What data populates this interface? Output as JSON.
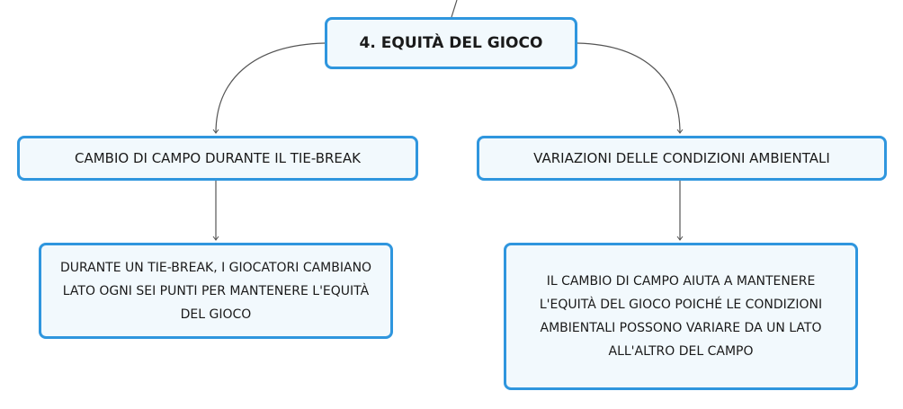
{
  "mindmap": {
    "root": {
      "label": "4. EQUITÀ DEL GIOCO"
    },
    "branches": [
      {
        "topic": "CAMBIO DI CAMPO DURANTE IL TIE-BREAK",
        "detail": "DURANTE UN TIE-BREAK, I GIOCATORI CAMBIANO LATO OGNI SEI PUNTI PER MANTENERE L'EQUITÀ DEL GIOCO"
      },
      {
        "topic": "VARIAZIONI DELLE CONDIZIONI AMBIENTALI",
        "detail": "IL CAMBIO DI CAMPO AIUTA A MANTENERE L'EQUITÀ DEL GIOCO POICHÉ LE CONDIZIONI AMBIENTALI POSSONO VARIARE DA UN LATO ALL'ALTRO DEL CAMPO"
      }
    ],
    "colors": {
      "node_border": "#2f96de",
      "node_fill": "#f2f9fd",
      "connector": "#555555",
      "text": "#1a1a1a"
    }
  }
}
